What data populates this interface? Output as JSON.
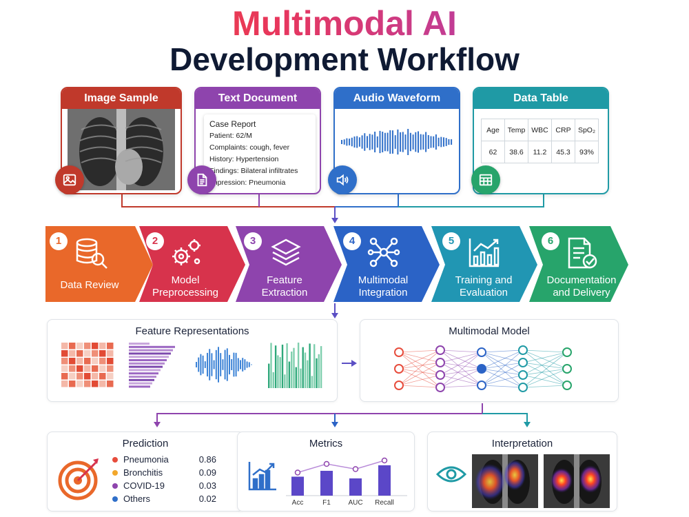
{
  "title": {
    "line1": "Multimodal AI",
    "line2": "Development Workflow"
  },
  "inputs": [
    {
      "title": "Image Sample",
      "color": "#c0392b",
      "icon": "image-icon"
    },
    {
      "title": "Text Document",
      "color": "#8e44ad",
      "icon": "document-icon",
      "doc": {
        "heading": "Case Report",
        "lines": [
          "Patient: 62/M",
          "Complaints: cough, fever",
          "History: Hypertension",
          "Findings: Bilateral infiltrates",
          "Impression: Pneumonia"
        ]
      }
    },
    {
      "title": "Audio Waveform",
      "color": "#2f6fc9",
      "icon": "speaker-icon"
    },
    {
      "title": "Data Table",
      "color": "#1f9aa5",
      "icon": "table-icon",
      "table": {
        "headers": [
          "Age",
          "Temp",
          "WBC",
          "CRP",
          "SpO₂"
        ],
        "values": [
          "62",
          "38.6",
          "11.2",
          "45.3",
          "93%"
        ]
      }
    }
  ],
  "steps": [
    {
      "num": "1",
      "label1": "Data Review",
      "label2": "",
      "color": "#e9682a",
      "icon": "database-search-icon"
    },
    {
      "num": "2",
      "label1": "Model",
      "label2": "Preprocessing",
      "color": "#d7334c",
      "icon": "gears-icon"
    },
    {
      "num": "3",
      "label1": "Feature",
      "label2": "Extraction",
      "color": "#8e44ad",
      "icon": "layers-icon"
    },
    {
      "num": "4",
      "label1": "Multimodal",
      "label2": "Integration",
      "color": "#2b63c6",
      "icon": "network-icon"
    },
    {
      "num": "5",
      "label1": "Training and",
      "label2": "Evaluation",
      "color": "#2196b3",
      "icon": "bar-chart-icon"
    },
    {
      "num": "6",
      "label1": "Documentation",
      "label2": "and Delivery",
      "color": "#27a46b",
      "icon": "document-check-icon"
    }
  ],
  "features": {
    "title": "Feature Representations"
  },
  "model": {
    "title": "Multimodal Model"
  },
  "prediction": {
    "title": "Prediction",
    "items": [
      {
        "label": "Pneumonia",
        "value": "0.86",
        "color": "#e74c3c"
      },
      {
        "label": "Bronchitis",
        "value": "0.09",
        "color": "#f2a72b"
      },
      {
        "label": "COVID-19",
        "value": "0.03",
        "color": "#8e44ad"
      },
      {
        "label": "Others",
        "value": "0.02",
        "color": "#2f6fc9"
      }
    ]
  },
  "metrics": {
    "title": "Metrics",
    "bars": [
      {
        "label": "Acc",
        "value": 0.55
      },
      {
        "label": "F1",
        "value": 0.72
      },
      {
        "label": "AUC",
        "value": 0.5
      },
      {
        "label": "Recall",
        "value": 0.88
      }
    ],
    "line": [
      0.55,
      0.8,
      0.65,
      0.9
    ]
  },
  "interpretation": {
    "title": "Interpretation"
  }
}
